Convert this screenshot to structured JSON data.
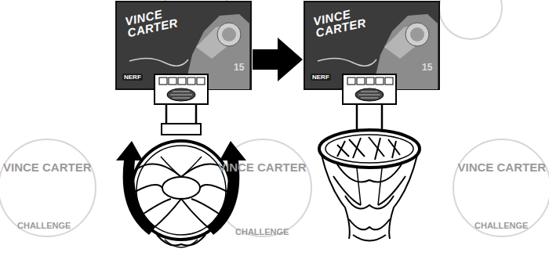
{
  "diagram": {
    "nodes": [
      {
        "text": [
          "VINCE CARTER",
          "NERF",
          "15"
        ]
      },
      {
        "text": [
          "VINCE CARTER",
          "NERF",
          "15"
        ]
      }
    ],
    "edges": [
      {
        "from": 0,
        "to": 1,
        "arrow": "to"
      }
    ],
    "labels": [
      "VINCE CARTER",
      "VINCE CARTER",
      "VINCE CARTER",
      "CHALLENGE",
      "CHALLENGE",
      "CHALLENGE"
    ]
  }
}
